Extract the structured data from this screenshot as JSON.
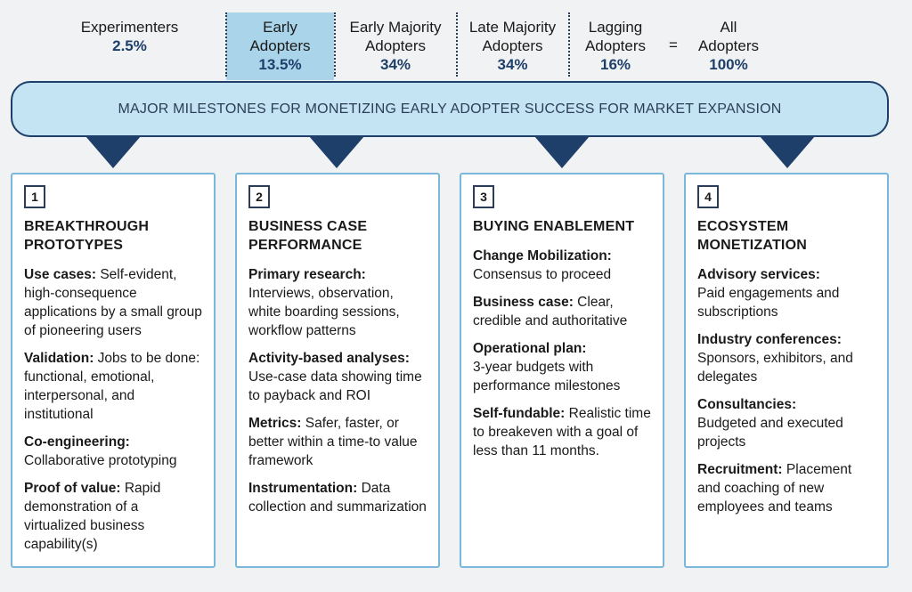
{
  "segments": [
    {
      "label": "Experimenters",
      "pct": "2.5%"
    },
    {
      "label": "Early\nAdopters",
      "pct": "13.5%"
    },
    {
      "label": "Early Majority\nAdopters",
      "pct": "34%"
    },
    {
      "label": "Late Majority\nAdopters",
      "pct": "34%"
    },
    {
      "label": "Lagging\nAdopters",
      "pct": "16%"
    },
    {
      "label": "All\nAdopters",
      "pct": "100%"
    }
  ],
  "equals": "=",
  "banner": "MAJOR MILESTONES FOR MONETIZING EARLY ADOPTER SUCCESS FOR MARKET EXPANSION",
  "cards": [
    {
      "num": "1",
      "title": "BREAKTHROUGH\nPROTOTYPES",
      "items": [
        {
          "label": "Use cases:",
          "text": " Self-evident, high-consequence applications by a small group of pioneering users"
        },
        {
          "label": "Validation:",
          "text": " Jobs to be done: functional, emotional, interpersonal, and institutional"
        },
        {
          "label": "Co-engineering:",
          "text": " Collaborative prototyping"
        },
        {
          "label": "Proof of value:",
          "text": " Rapid demonstration of a virtualized business capability(s)"
        }
      ]
    },
    {
      "num": "2",
      "title": "BUSINESS CASE\nPERFORMANCE",
      "items": [
        {
          "label": "Primary research:",
          "text": " Interviews, observation, white boarding sessions, workflow patterns"
        },
        {
          "label": "Activity-based analyses:",
          "text": " Use-case data showing time to payback and ROI"
        },
        {
          "label": "Metrics:",
          "text": " Safer, faster, or better within a time-to value framework"
        },
        {
          "label": "Instrumentation:",
          "text": " Data collection and summarization"
        }
      ]
    },
    {
      "num": "3",
      "title": "BUYING ENABLEMENT",
      "items": [
        {
          "label": "Change Mobilization:",
          "text": " Consensus to proceed"
        },
        {
          "label": "Business case:",
          "text": " Clear, credible and authoritative"
        },
        {
          "label": "Operational plan:",
          "text": " 3-year budgets with performance milestones"
        },
        {
          "label": "Self-fundable:",
          "text": " Realistic time to breakeven with a goal of less than 11 months."
        }
      ]
    },
    {
      "num": "4",
      "title": "ECOSYSTEM\nMONETIZATION",
      "items": [
        {
          "label": "Advisory services:",
          "text": " Paid engagements and subscriptions"
        },
        {
          "label": "Industry conferences:",
          "text": " Sponsors, exhibitors, and delegates"
        },
        {
          "label": "Consultancies:",
          "text": " Budgeted and executed projects"
        },
        {
          "label": "Recruitment:",
          "text": " Placement and coaching of new employees and teams"
        }
      ]
    }
  ]
}
